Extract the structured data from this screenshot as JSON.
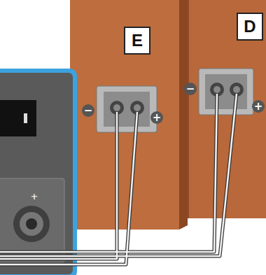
{
  "diagram": {
    "nodes": [
      {
        "text": [
          "E"
        ]
      },
      {
        "text": [
          "D"
        ]
      }
    ],
    "labels": [
      "+",
      "−",
      "+",
      "−",
      "+"
    ]
  }
}
